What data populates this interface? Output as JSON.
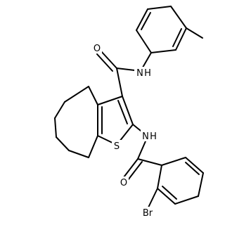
{
  "molecule": {
    "atoms": {
      "N_amide": "N",
      "H_amide": "H",
      "O_amide": "O",
      "S_ring": "S",
      "N_benzamide": "N",
      "H_benzamide": "H",
      "O_benzamide": "O",
      "Br": "Br"
    },
    "colors": {
      "bond": "#000000",
      "text": "#000000",
      "background": "#ffffff"
    }
  }
}
